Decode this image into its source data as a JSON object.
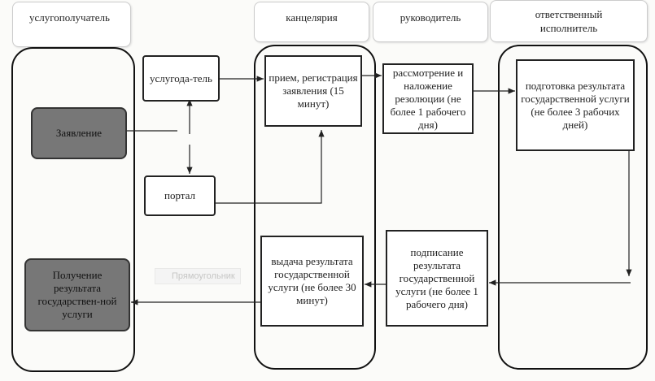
{
  "lanes": {
    "recipient": "услугополучатель",
    "office": "канцелярия",
    "head": "руководитель",
    "executor": "ответственный исполнитель"
  },
  "boxes": {
    "application": "Заявление",
    "receipt": "Получение результата государствен-ной услуги",
    "provider": "услугода-тель",
    "portal": "портал",
    "intake": "прием, регистрация заявления (15 минут)",
    "review": "рассмотрение и наложение резолюции (не более 1 рабочего дня)",
    "preparation": "подготовка результата государственной услуги (не более 3 рабочих дней)",
    "issuance": "выдача результата государственной услуги (не более 30 минут)",
    "signing": "подписание результата государственной услуги (не более 1 рабочего дня)"
  },
  "tooltip": "Прямоугольник"
}
